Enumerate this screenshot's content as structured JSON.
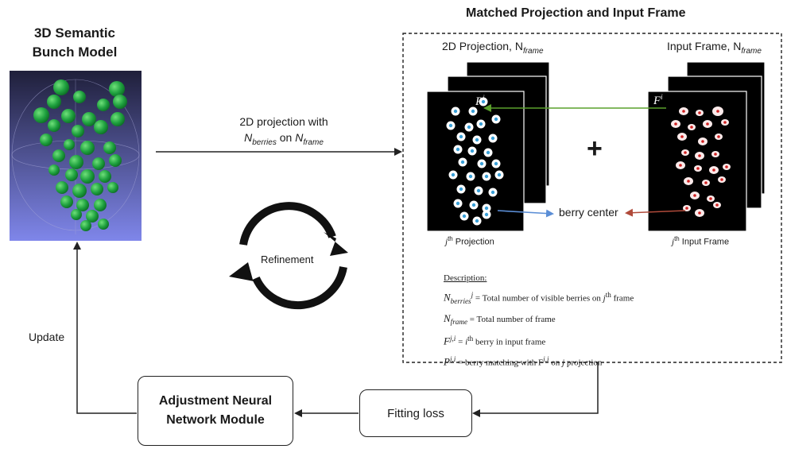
{
  "model": {
    "title_line1": "3D Semantic",
    "title_line2": "Bunch Model"
  },
  "matched": {
    "title": "Matched Projection and Input Frame",
    "projection_header": "2D Projection, N",
    "projection_header_sub": "frame",
    "input_header": "Input Frame, N",
    "input_header_sub": "frame",
    "plus": "+",
    "p_label": "P",
    "p_sup": "i",
    "f_label": "F",
    "f_sup": "i",
    "berry_center": "berry center",
    "proj_caption_j": "j",
    "proj_caption_th": "th",
    "proj_caption_rest": " Projection",
    "input_caption_j": "j",
    "input_caption_th": "th",
    "input_caption_rest": " Input Frame"
  },
  "description": {
    "heading": "Description:",
    "line1_var": "N",
    "line1_sub": "berries",
    "line1_sup": "j",
    "line1_text": " = Total number of visible berries on ",
    "line1_j": "j",
    "line1_th": "th",
    "line1_end": " frame",
    "line2_var": "N",
    "line2_sub": "frame",
    "line2_text": " = Total number of frame",
    "line3_var": "F",
    "line3_sup": "j,i",
    "line3_text": " = ",
    "line3_i": "i",
    "line3_th": "th",
    "line3_end": " berry in input frame",
    "line4_var": "P",
    "line4_sup": "j,i",
    "line4_text": " = berry matching with F",
    "line4_sup2": "j,i",
    "line4_end": " on ",
    "line4_j": "j",
    "line4_th": "th",
    "line4_tail": " projection"
  },
  "arrows": {
    "projection_label_line1": "2D projection with",
    "projection_label_var1": "N",
    "projection_label_sub1": "berries",
    "projection_label_on": " on ",
    "projection_label_var2": "N",
    "projection_label_sub2": "frame",
    "refinement": "Refinement",
    "update": "Update"
  },
  "boxes": {
    "adjustment_line1": "Adjustment Neural",
    "adjustment_line2": "Network Module",
    "fitting_loss": "Fitting loss"
  },
  "colors": {
    "green_arrow": "#5aa02c",
    "blue_arrow": "#5b8ed6",
    "red_arrow": "#b04a3a",
    "model_bg_top": "#1f1f3a",
    "model_bg_bottom": "#7f86ea",
    "berry_green": "#1fa13f"
  }
}
